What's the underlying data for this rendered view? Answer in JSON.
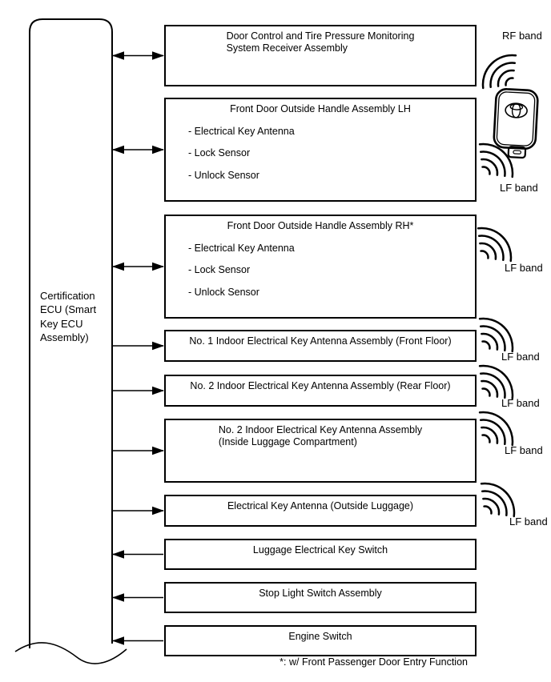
{
  "diagram": {
    "ecu_label": "Certification\nECU (Smart\nKey ECU\nAssembly)",
    "rf_band_label": "RF band",
    "lf_band_label": "LF band",
    "footnote": "*: w/ Front Passenger Door Entry Function",
    "boxes": [
      {
        "name": "door-control-tpms-receiver",
        "title": "Door Control and Tire Pressure Monitoring\nSystem Receiver Assembly",
        "items": [],
        "arrow": "bidirectional",
        "band": "RF band"
      },
      {
        "name": "front-door-handle-lh",
        "title": "Front Door Outside Handle Assembly LH",
        "items": [
          "- Electrical Key Antenna",
          "- Lock Sensor",
          "- Unlock Sensor"
        ],
        "arrow": "bidirectional",
        "band": "LF band"
      },
      {
        "name": "front-door-handle-rh",
        "title": "Front Door Outside Handle Assembly RH*",
        "items": [
          "- Electrical Key Antenna",
          "- Lock Sensor",
          "- Unlock Sensor"
        ],
        "arrow": "bidirectional",
        "band": "LF band"
      },
      {
        "name": "no1-indoor-antenna-front-floor",
        "title": "No. 1 Indoor Electrical Key Antenna Assembly (Front Floor)",
        "items": [],
        "arrow": "to-device",
        "band": "LF band"
      },
      {
        "name": "no2-indoor-antenna-rear-floor",
        "title": "No. 2 Indoor Electrical Key Antenna Assembly (Rear Floor)",
        "items": [],
        "arrow": "to-device",
        "band": "LF band"
      },
      {
        "name": "no2-indoor-antenna-luggage",
        "title": "No. 2 Indoor Electrical Key Antenna Assembly\n(Inside Luggage Compartment)",
        "items": [],
        "arrow": "to-device",
        "band": "LF band"
      },
      {
        "name": "antenna-outside-luggage",
        "title": "Electrical Key Antenna (Outside Luggage)",
        "items": [],
        "arrow": "to-device",
        "band": "LF band"
      },
      {
        "name": "luggage-electrical-key-switch",
        "title": "Luggage Electrical Key Switch",
        "items": [],
        "arrow": "to-ecu",
        "band": ""
      },
      {
        "name": "stop-light-switch",
        "title": "Stop Light Switch Assembly",
        "items": [],
        "arrow": "to-ecu",
        "band": ""
      },
      {
        "name": "engine-switch",
        "title": "Engine Switch",
        "items": [],
        "arrow": "to-ecu",
        "band": ""
      }
    ],
    "colors": {
      "ink": "#000000",
      "background": "#ffffff"
    }
  }
}
